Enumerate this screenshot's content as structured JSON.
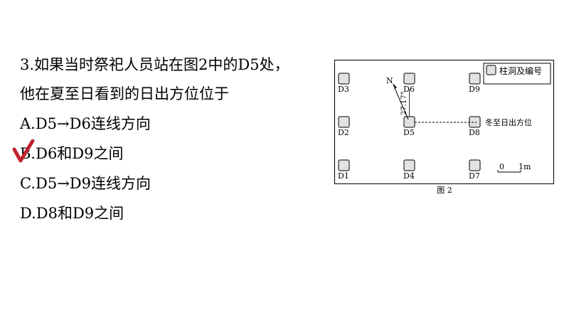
{
  "question": {
    "stem_line1": "3.如果当时祭祀人员站在图2中的D5处，",
    "stem_line2": "他在夏至日看到的日出方位位于",
    "options": [
      "A.D5→D6连线方向",
      "B.D6和D9之间",
      "C.D5→D9连线方向",
      "D.D8和D9之间"
    ]
  },
  "mark": {
    "icon": "checkmark-icon",
    "color": "#c0222c",
    "on_option": "B"
  },
  "figure": {
    "caption": "图 2",
    "legend_label": "柱洞及编号",
    "north_label": "N",
    "angle_label": "27.17°",
    "sunrise_label": "冬至日出方位",
    "scale_zero": "0",
    "scale_one": "1m",
    "posts": [
      "D1",
      "D2",
      "D3",
      "D4",
      "D5",
      "D6",
      "D7",
      "D8",
      "D9"
    ]
  }
}
